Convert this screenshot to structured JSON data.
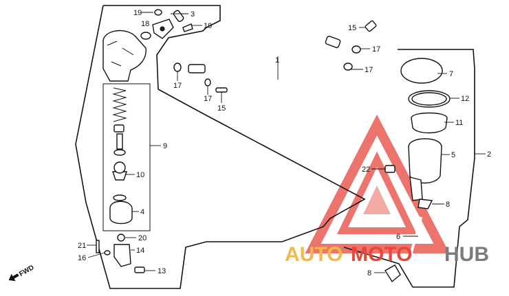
{
  "callouts": {
    "c19a": "19",
    "c3": "3",
    "c18": "18",
    "c19b": "19",
    "c15a": "15",
    "c17a": "17",
    "c17b": "17",
    "c1": "1",
    "c17c": "17",
    "c17d": "17",
    "c15b": "15",
    "c7": "7",
    "c12": "12",
    "c11": "11",
    "c5": "5",
    "c2": "2",
    "c22": "22",
    "c8a": "8",
    "c6": "6",
    "c8b": "8",
    "c9": "9",
    "c10": "10",
    "c4": "4",
    "c20": "20",
    "c21": "21",
    "c14": "14",
    "c16": "16",
    "c13": "13"
  },
  "fwd_label": "FWD",
  "watermark": {
    "part1": "AUTO",
    "part2": "MOTO",
    "part3": "HUB",
    "colors": {
      "auto": "#f2b84b",
      "moto": "#e8463b",
      "hub": "#7b7b7b",
      "triangle": "#e8463b"
    }
  }
}
